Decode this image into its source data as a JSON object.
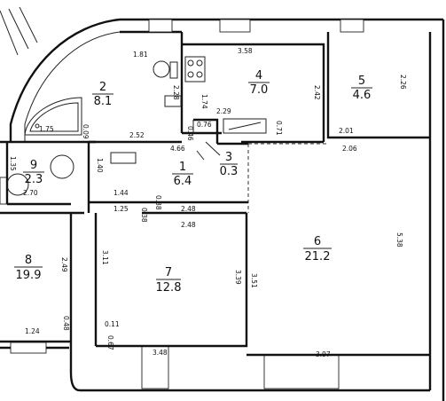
{
  "rooms": [
    {
      "num": "1",
      "area": "6.4"
    },
    {
      "num": "2",
      "area": "8.1"
    },
    {
      "num": "3",
      "area": "0.3"
    },
    {
      "num": "4",
      "area": "7.0"
    },
    {
      "num": "5",
      "area": "4.6"
    },
    {
      "num": "6",
      "area": "21.2"
    },
    {
      "num": "7",
      "area": "12.8"
    },
    {
      "num": "8",
      "area": "19.9"
    },
    {
      "num": "9",
      "area": "2.3"
    }
  ],
  "dimensions": {
    "d181": "1.81",
    "d358": "3.58",
    "d242": "2.42",
    "d226": "2.26",
    "d228": "2.28",
    "d174": "1.74",
    "d229": "2.29",
    "d071": "0.71",
    "d201": "2.01",
    "d206": "2.06",
    "d175": "1.75",
    "d009": "0.09",
    "d252": "2.52",
    "d046": "0.46",
    "d076": "0.76",
    "d466": "4.66",
    "d135": "1.35",
    "d140": "1.40",
    "d270": "2.70",
    "d144": "1.44",
    "d038a": "0.38",
    "d125": "1.25",
    "d038b": "0.38",
    "d248a": "2.48",
    "d248b": "2.48",
    "d538": "5.38",
    "d311": "3.11",
    "d339": "3.39",
    "d351": "3.51",
    "d249": "2.49",
    "d011": "0.11",
    "d067": "0.67",
    "d124": "1.24",
    "d048": "0.48",
    "d348": "3.48",
    "d397": "3.97"
  }
}
